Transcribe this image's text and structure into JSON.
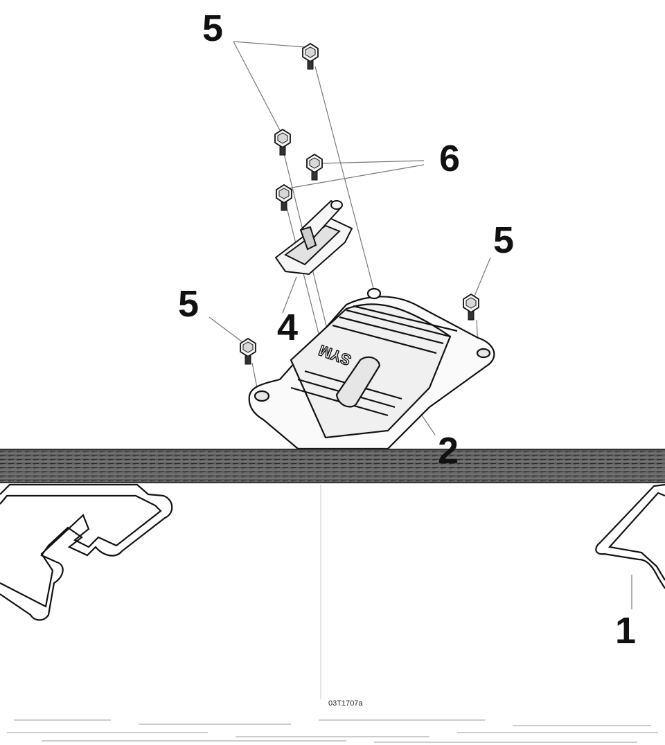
{
  "callouts": {
    "c1": "1",
    "c2": "2",
    "c4": "4",
    "c5_top": "5",
    "c5_right": "5",
    "c5_left": "5",
    "c6": "6"
  },
  "logo_text": "SYM",
  "reference_code": "03T1707a",
  "colors": {
    "line": "#111111",
    "band": "#555555",
    "background": "#ffffff"
  }
}
